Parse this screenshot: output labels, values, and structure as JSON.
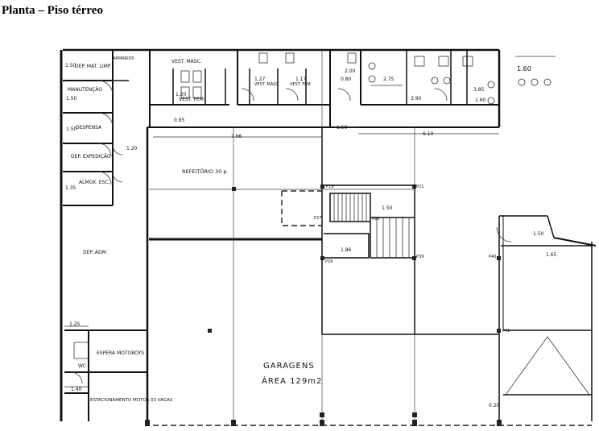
{
  "title": "Planta – Piso térreo",
  "labels": {
    "dep_mat_limp": "DEP. MAT. LIMP.",
    "armarios": "ARMÁRIOS",
    "manutencao": "MANUTENÇÃO",
    "despensa": "DESPENSA",
    "dep_expedicao": "DEP. EXPEDIÇÃO",
    "almox_esc": "ALMOX. ESC.",
    "dep_adm": "DEP. ADM.",
    "espera_motoboys": "ESPERA MOTOBOYS",
    "wc": "WC",
    "estacionamento": "ESTACIONAMENTO MOTOS 03 VAGAS",
    "vest_masc": "VEST. MASC.",
    "vest_fem": "VEST. FEM.",
    "vest_masc_2": "VEST. MASC.",
    "vest_fem_2": "VEST. FEM.",
    "refeitorio": "REFEITÓRIO 30 p.",
    "garagens": "GARAGENS",
    "area": "ÁREA 129m2"
  },
  "dims": {
    "d150a": "1.50",
    "d150b": "1.50",
    "d150c": "1.50",
    "d120": "1.20",
    "d135": "1.35",
    "d125": "1.25",
    "d140": "1.40",
    "d095": "0.95",
    "d766": "7.66",
    "d150mid": "1.50",
    "d610": "6.10",
    "d160": "1.60",
    "d385": "3.85",
    "d160b": "1.60",
    "d390": "3.90",
    "d275": "2.75",
    "d200": "2.00",
    "d080": "0.80",
    "d127": "1.27",
    "d117": "1.17",
    "d120b": "1.20",
    "d150s": "1.50",
    "d186": "1.86",
    "d150r": "1.50",
    "d165": "1.65",
    "d020": "0.20"
  },
  "columns": {
    "p19": "P19",
    "p21": "P21",
    "p27": "P27",
    "p28": "P28",
    "p29": "P29",
    "p39": "P39",
    "p40": "P40",
    "p41": "P41"
  }
}
